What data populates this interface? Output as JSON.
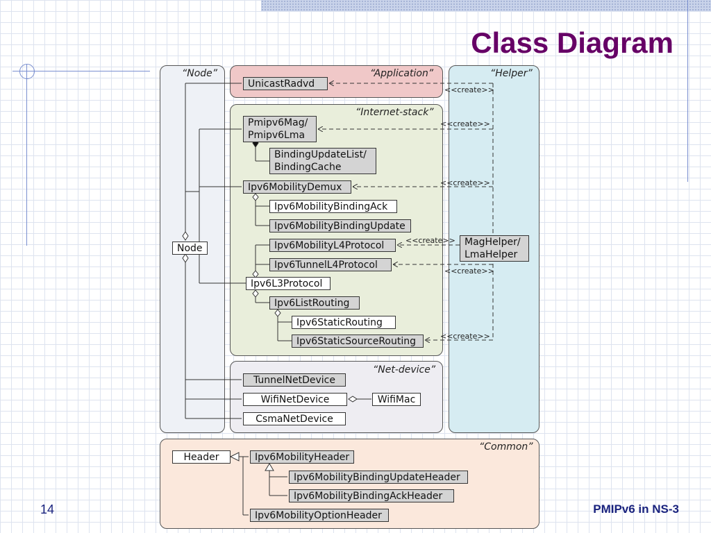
{
  "slide": {
    "title": "Class Diagram",
    "number": "14",
    "footer": "PMIPv6 in NS-3"
  },
  "panels": {
    "node": "“Node”",
    "application": "“Application”",
    "helper": "“Helper”",
    "internet_stack": "“Internet-stack”",
    "net_device": "“Net-device”",
    "common": "“Common”"
  },
  "classes": {
    "node": "Node",
    "unicast_radvd": "UnicastRadvd",
    "pmipv6_mag_lma": [
      "Pmipv6Mag/",
      "Pmipv6Lma"
    ],
    "binding_list_cache": [
      "BindingUpdateList/",
      "BindingCache"
    ],
    "ipv6_mobility_demux": "Ipv6MobilityDemux",
    "ipv6_mobility_binding_ack": "Ipv6MobilityBindingAck",
    "ipv6_mobility_binding_update": "Ipv6MobilityBindingUpdate",
    "ipv6_mobility_l4_protocol": "Ipv6MobilityL4Protocol",
    "ipv6_tunnel_l4_protocol": "Ipv6TunnelL4Protocol",
    "ipv6_l3_protocol": "Ipv6L3Protocol",
    "ipv6_list_routing": "Ipv6ListRouting",
    "ipv6_static_routing": "Ipv6StaticRouting",
    "ipv6_static_source_routing": "Ipv6StaticSourceRouting",
    "mag_lma_helper": [
      "MagHelper/",
      "LmaHelper"
    ],
    "tunnel_net_device": "TunnelNetDevice",
    "wifi_net_device": "WifiNetDevice",
    "wifi_mac": "WifiMac",
    "csma_net_device": "CsmaNetDevice",
    "header": "Header",
    "ipv6_mobility_header": "Ipv6MobilityHeader",
    "ipv6_mobility_binding_update_header": "Ipv6MobilityBindingUpdateHeader",
    "ipv6_mobility_binding_ack_header": "Ipv6MobilityBindingAckHeader",
    "ipv6_mobility_option_header": "Ipv6MobilityOptionHeader"
  },
  "stereotype": "<<create>>",
  "colors": {
    "title": "#660066",
    "footer": "#1a237e",
    "node_panel": "#eef1f6",
    "application_panel": "#f0c8c8",
    "helper_panel": "#d6ecf2",
    "internet_stack_panel": "#e9eedb",
    "net_device_panel": "#eeedf2",
    "common_panel": "#fbe8dc",
    "gray_class": "#d4d4d4"
  }
}
